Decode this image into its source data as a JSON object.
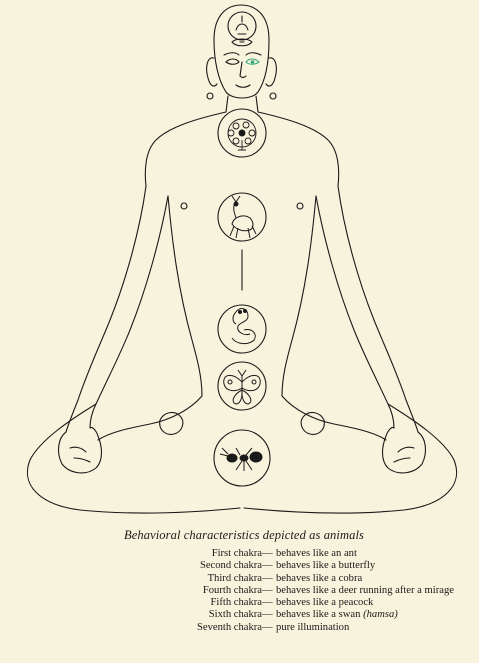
{
  "caption": {
    "title": "Behavioral characteristics depicted as animals",
    "rows": [
      {
        "chakra": "First chakra",
        "dash": "—",
        "desc": "behaves like an ant",
        "extra": ""
      },
      {
        "chakra": "Second chakra",
        "dash": "—",
        "desc": "behaves like a butterfly",
        "extra": ""
      },
      {
        "chakra": "Third chakra",
        "dash": "—",
        "desc": "behaves like a cobra",
        "extra": ""
      },
      {
        "chakra": "Fourth chakra",
        "dash": "—",
        "desc": "behaves like a deer running after a mirage",
        "extra": ""
      },
      {
        "chakra": "Fifth chakra",
        "dash": "—",
        "desc": "behaves like a peacock",
        "extra": ""
      },
      {
        "chakra": "Sixth chakra",
        "dash": "—",
        "desc": "behaves like a swan ",
        "extra": "(hamsa)"
      },
      {
        "chakra": "Seventh chakra",
        "dash": "—",
        "desc": "pure illumination",
        "extra": ""
      }
    ]
  },
  "colors": {
    "background": "#f8f3dc",
    "ink": "#1a1a1a",
    "eye_accent": "#3aa87a"
  },
  "icons": [
    "peacock-icon",
    "deer-icon",
    "cobra-icon",
    "butterfly-icon",
    "ant-icon",
    "swan-icon"
  ]
}
